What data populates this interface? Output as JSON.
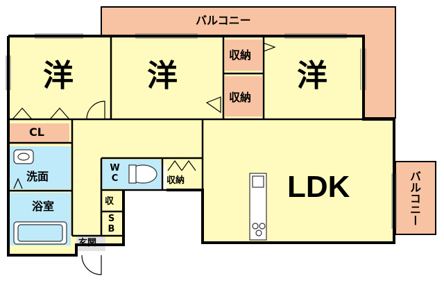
{
  "colors": {
    "room": "#fffbbe",
    "balcony": "#f8c3a2",
    "wet": "#bfeafa",
    "wall": "#000000",
    "background": "#ffffff"
  },
  "balcony_top": "バルコニー",
  "balcony_right": "バルコニー",
  "room_west_1": "洋",
  "room_west_2": "洋",
  "room_west_3": "洋",
  "storage_upper": "収納",
  "storage_lower": "収納",
  "closet": "CL",
  "washroom": "洗面",
  "bathroom": "浴室",
  "toilet": "WC",
  "storage_hall": "収納",
  "storage_small": "収",
  "shoe_box": "SB",
  "entrance": "玄関",
  "ldk": "LDK"
}
